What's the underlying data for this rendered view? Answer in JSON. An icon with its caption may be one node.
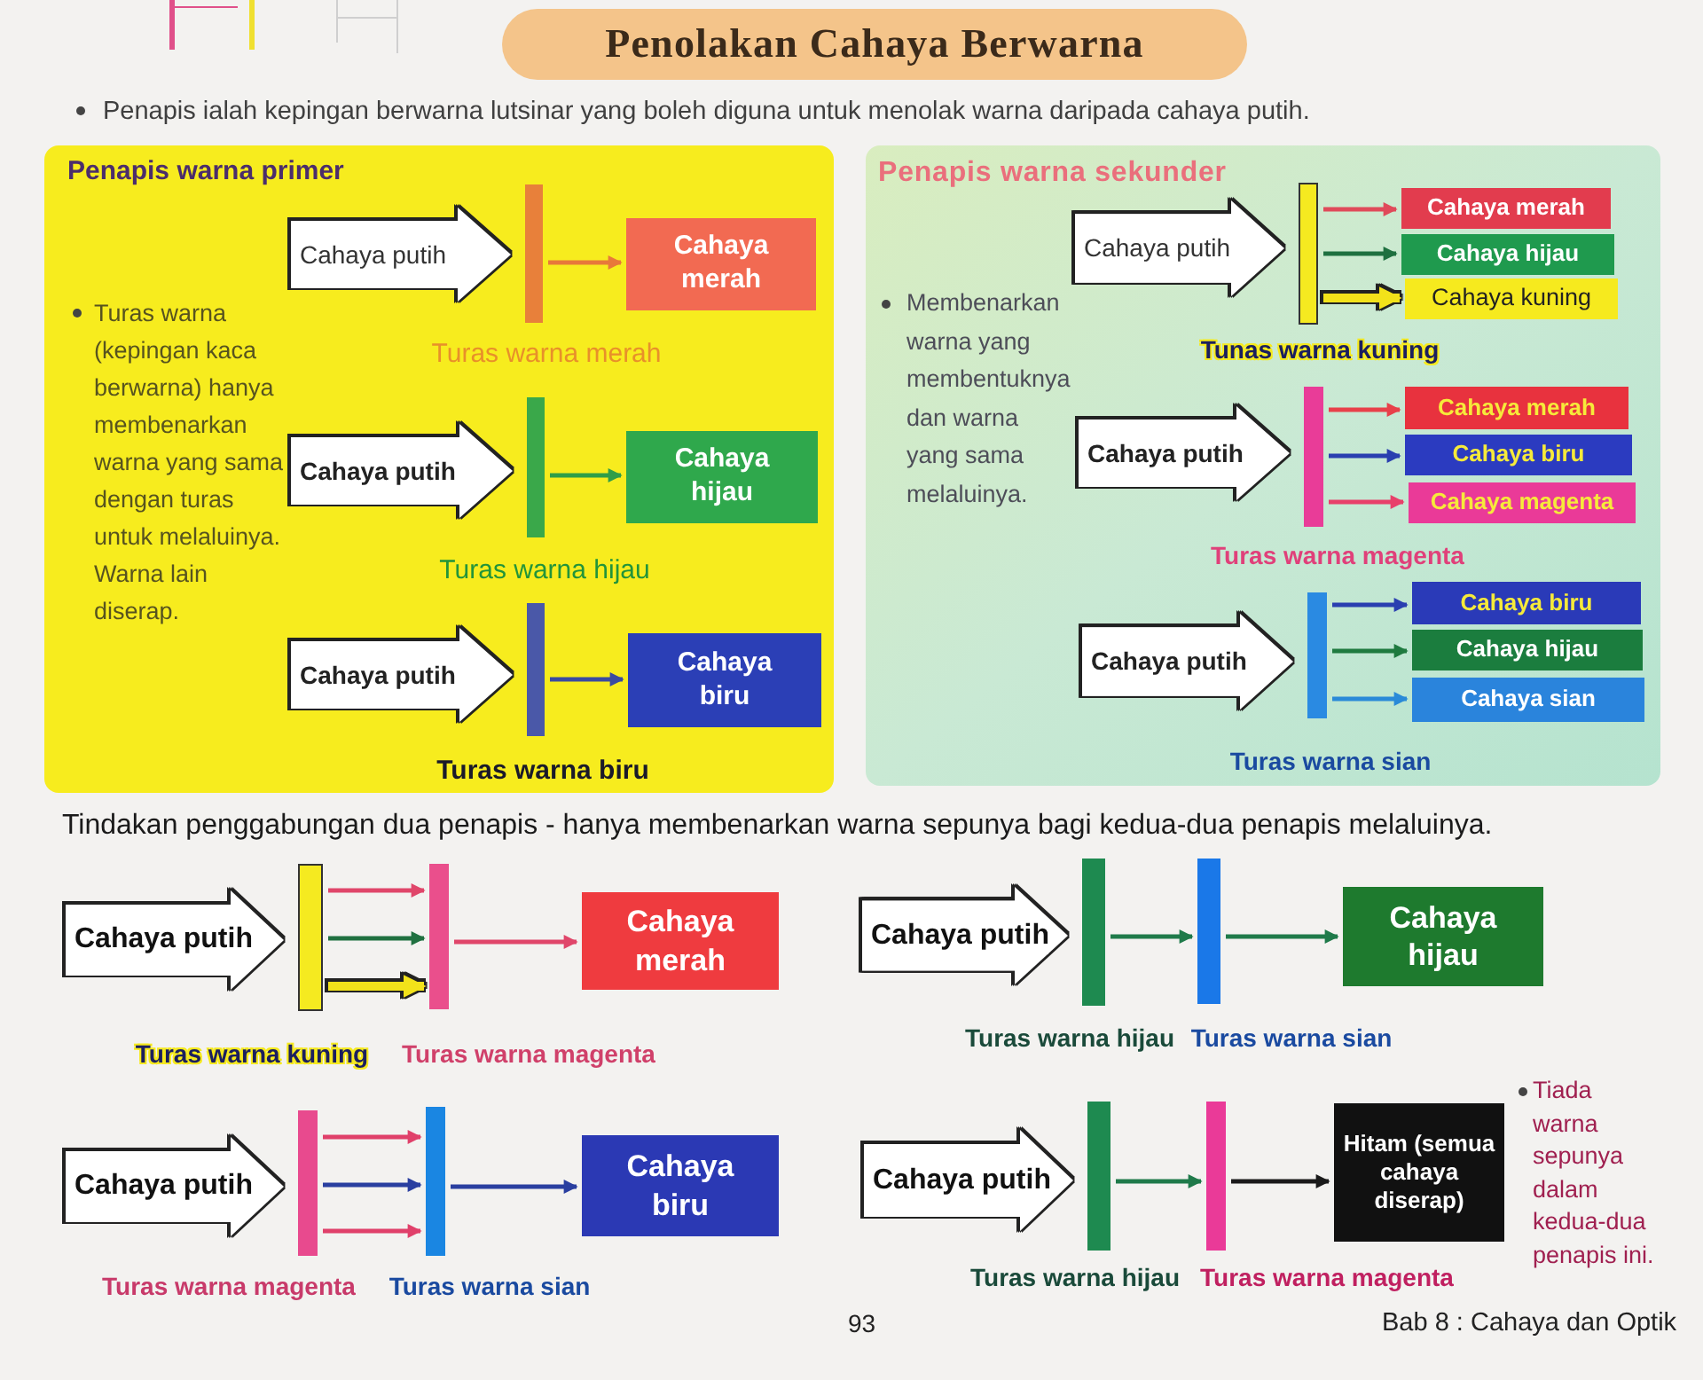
{
  "diagram": {
    "title": "Penolakan Cahaya Berwarna",
    "nodes": [
      {
        "text": [
          "Penapis warna primer",
          "Turas warna (kepingan kaca berwarna) hanya membenarkan warna yang sama dengan turas untuk melaluinya. Warna lain diserap."
        ]
      },
      {
        "text": [],
        "shape": "bar",
        "in": 0,
        "beside": [
          "Turas warna merah"
        ]
      },
      {
        "text": [
          "Cahaya merah"
        ],
        "in": 0
      },
      {
        "text": [],
        "shape": "bar",
        "in": 0,
        "beside": [
          "Turas warna hijau"
        ]
      },
      {
        "text": [
          "Cahaya hijau"
        ],
        "in": 0
      },
      {
        "text": [],
        "shape": "bar",
        "in": 0,
        "beside": [
          "Turas warna biru"
        ]
      },
      {
        "text": [
          "Cahaya biru"
        ],
        "in": 0
      },
      {
        "text": [
          "Penapis warna sekunder",
          "Membenarkan warna yang membentuknya dan warna yang sama melaluinya."
        ]
      },
      {
        "text": [],
        "shape": "bar",
        "in": 7,
        "beside": [
          "Tunas warna kuning"
        ]
      },
      {
        "text": [
          "Cahaya merah"
        ],
        "in": 7
      },
      {
        "text": [
          "Cahaya hijau"
        ],
        "in": 7
      },
      {
        "text": [
          "Cahaya kuning"
        ],
        "in": 7
      },
      {
        "text": [],
        "shape": "bar",
        "in": 7,
        "beside": [
          "Turas warna magenta"
        ]
      },
      {
        "text": [
          "Cahaya merah"
        ],
        "in": 7
      },
      {
        "text": [
          "Cahaya biru"
        ],
        "in": 7
      },
      {
        "text": [
          "Cahaya magenta"
        ],
        "in": 7
      },
      {
        "text": [],
        "shape": "bar",
        "in": 7,
        "beside": [
          "Turas warna sian"
        ]
      },
      {
        "text": [
          "Cahaya biru"
        ],
        "in": 7
      },
      {
        "text": [
          "Cahaya hijau"
        ],
        "in": 7
      },
      {
        "text": [
          "Cahaya sian"
        ],
        "in": 7
      },
      {
        "text": [],
        "shape": "bar",
        "beside": [
          "Turas warna kuning"
        ]
      },
      {
        "text": [],
        "shape": "bar",
        "beside": [
          "Turas warna magenta"
        ]
      },
      {
        "text": [
          "Cahaya merah"
        ]
      },
      {
        "text": [],
        "shape": "bar",
        "beside": [
          "Turas warna hijau"
        ]
      },
      {
        "text": [],
        "shape": "bar",
        "beside": [
          "Turas warna sian"
        ]
      },
      {
        "text": [
          "Cahaya hijau"
        ]
      },
      {
        "text": [],
        "shape": "bar",
        "beside": [
          "Turas warna magenta"
        ]
      },
      {
        "text": [],
        "shape": "bar",
        "beside": [
          "Turas warna sian"
        ]
      },
      {
        "text": [
          "Cahaya biru"
        ]
      },
      {
        "text": [],
        "shape": "bar",
        "beside": [
          "Turas warna hijau"
        ]
      },
      {
        "text": [],
        "shape": "bar",
        "beside": [
          "Turas warna magenta"
        ]
      },
      {
        "text": [
          "Hitam (semua cahaya diserap)"
        ],
        "beside": [
          "Tiada warna sepunya dalam kedua-dua penapis ini."
        ]
      }
    ],
    "edges": [
      {
        "from": null,
        "to": 1,
        "arrow": "to",
        "label": "Cahaya putih",
        "style": "thick",
        "color": "#ffffff"
      },
      {
        "from": 1,
        "to": 2,
        "arrow": "to",
        "color": "#e8783a"
      },
      {
        "from": null,
        "to": 3,
        "arrow": "to",
        "label": "Cahaya putih",
        "style": "thick",
        "color": "#ffffff"
      },
      {
        "from": 3,
        "to": 4,
        "arrow": "to",
        "color": "#2f9e48"
      },
      {
        "from": null,
        "to": 5,
        "arrow": "to",
        "label": "Cahaya putih",
        "style": "thick",
        "color": "#ffffff"
      },
      {
        "from": 5,
        "to": 6,
        "arrow": "to",
        "color": "#3a4aa0"
      },
      {
        "from": null,
        "to": 8,
        "arrow": "to",
        "label": "Cahaya putih",
        "style": "thick",
        "color": "#ffffff"
      },
      {
        "from": 8,
        "to": 9,
        "arrow": "to",
        "color": "#e04a5a"
      },
      {
        "from": 8,
        "to": 10,
        "arrow": "to",
        "color": "#1f7040"
      },
      {
        "from": 8,
        "to": 11,
        "arrow": "to",
        "style": "thick",
        "color": "#f2e21a"
      },
      {
        "from": null,
        "to": 12,
        "arrow": "to",
        "label": "Cahaya putih",
        "style": "thick",
        "color": "#ffffff"
      },
      {
        "from": 12,
        "to": 13,
        "arrow": "to",
        "color": "#e8404a"
      },
      {
        "from": 12,
        "to": 14,
        "arrow": "to",
        "color": "#2a3fb0"
      },
      {
        "from": 12,
        "to": 15,
        "arrow": "to",
        "color": "#e8406a"
      },
      {
        "from": null,
        "to": 16,
        "arrow": "to",
        "label": "Cahaya putih",
        "style": "thick",
        "color": "#ffffff"
      },
      {
        "from": 16,
        "to": 17,
        "arrow": "to",
        "color": "#2a3fb0"
      },
      {
        "from": 16,
        "to": 18,
        "arrow": "to",
        "color": "#1f7a3f"
      },
      {
        "from": 16,
        "to": 19,
        "arrow": "to",
        "color": "#2a8ad8"
      },
      {
        "from": null,
        "to": 20,
        "arrow": "to",
        "label": "Cahaya putih",
        "style": "thick",
        "color": "#ffffff"
      },
      {
        "from": 20,
        "to": 21,
        "arrow": "to",
        "color": "#e0466a"
      },
      {
        "from": 20,
        "to": 21,
        "arrow": "to",
        "color": "#1f7040"
      },
      {
        "from": 20,
        "to": 21,
        "arrow": "to",
        "style": "thick",
        "color": "#f2e21a"
      },
      {
        "from": 21,
        "to": 22,
        "arrow": "to",
        "color": "#e0466a"
      },
      {
        "from": null,
        "to": 23,
        "arrow": "to",
        "label": "Cahaya putih",
        "style": "thick",
        "color": "#ffffff"
      },
      {
        "from": 23,
        "to": 24,
        "arrow": "to",
        "color": "#1f7a4a"
      },
      {
        "from": 24,
        "to": 25,
        "arrow": "to",
        "color": "#1f7a4a"
      },
      {
        "from": null,
        "to": 26,
        "arrow": "to",
        "label": "Cahaya putih",
        "style": "thick",
        "color": "#ffffff"
      },
      {
        "from": 26,
        "to": 27,
        "arrow": "to",
        "color": "#e0406a"
      },
      {
        "from": 26,
        "to": 27,
        "arrow": "to",
        "color": "#2a3fa0"
      },
      {
        "from": 26,
        "to": 27,
        "arrow": "to",
        "color": "#e0406a"
      },
      {
        "from": 27,
        "to": 28,
        "arrow": "to",
        "color": "#2a3fa0"
      },
      {
        "from": null,
        "to": 29,
        "arrow": "to",
        "label": "Cahaya putih",
        "style": "thick",
        "color": "#ffffff"
      },
      {
        "from": 29,
        "to": 30,
        "arrow": "to",
        "color": "#1f7a4a"
      },
      {
        "from": 30,
        "to": 31,
        "arrow": "to",
        "color": "#1a1a1a"
      }
    ],
    "labels": [
      "Penapis ialah kepingan berwarna lutsinar yang boleh diguna untuk menolak warna daripada cahaya putih.",
      "Tindakan penggabungan dua penapis - hanya membenarkan warna sepunya bagi kedua-dua penapis melaluinya.",
      "93",
      "Bab 8 : Cahaya dan Optik"
    ]
  }
}
